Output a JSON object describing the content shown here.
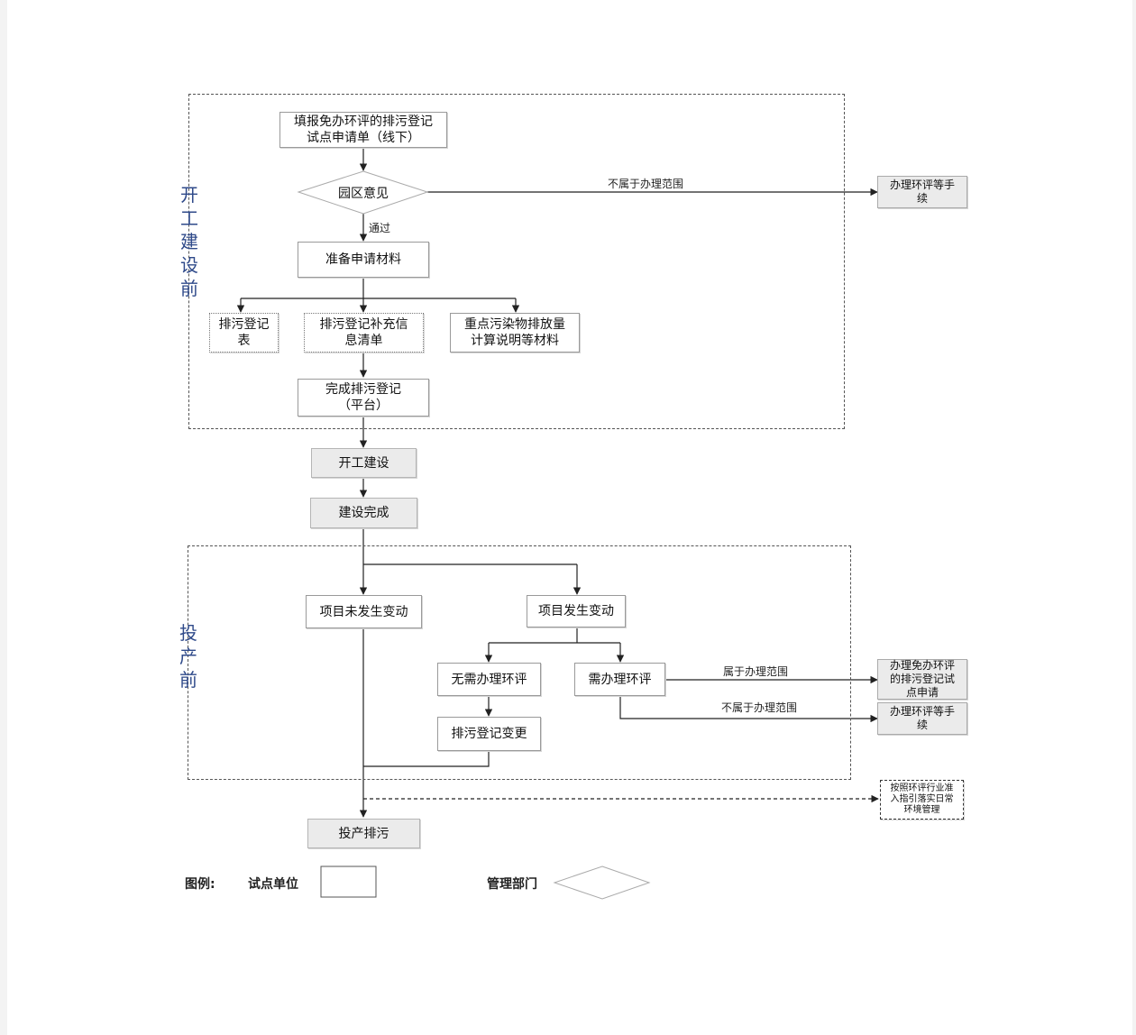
{
  "regions": {
    "pre_construction_label": "开\n工\n建\n设\n前",
    "pre_production_label": "投\n产\n前"
  },
  "nodes": {
    "apply_form": "填报免办环评的排污登记\n试点申请单（线下）",
    "park_opinion": "园区意见",
    "prepare_materials": "准备申请材料",
    "discharge_form": "排污登记\n表",
    "supplement_list": "排污登记补充信\n息清单",
    "key_pollutant_calc": "重点污染物排放量\n计算说明等材料",
    "complete_registration": "完成排污登记\n（平台）",
    "start_construction": "开工建设",
    "construction_done": "建设完成",
    "no_change": "项目未发生变动",
    "changed": "项目发生变动",
    "no_eia_needed": "无需办理环评",
    "eia_needed": "需办理环评",
    "registration_change": "排污登记变更",
    "production_discharge": "投产排污",
    "side_eia_top": "办理环评等手\n续",
    "side_exempt_pilot": "办理免办环评\n的排污登记试\n点申请",
    "side_eia_bottom": "办理环评等手\n续",
    "side_daily_mgmt": "按照环评行业准\n入指引落实日常\n环境管理"
  },
  "edges": {
    "not_in_scope_top": "不属于办理范围",
    "pass": "通过",
    "in_scope": "属于办理范围",
    "not_in_scope_bottom": "不属于办理范围"
  },
  "legend": {
    "title": "图例:",
    "pilot_unit": "试点单位",
    "management_dept": "管理部门"
  }
}
